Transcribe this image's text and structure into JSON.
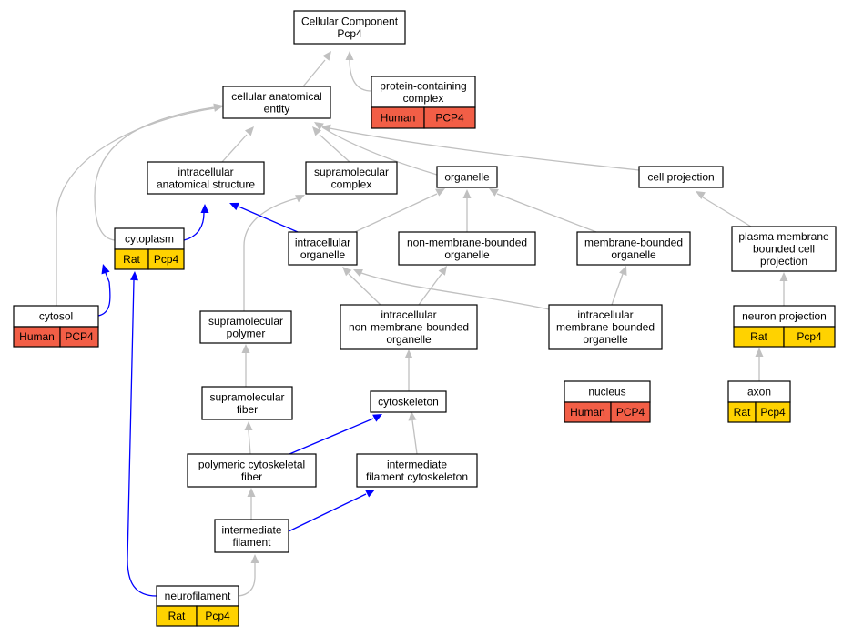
{
  "colors": {
    "gray_edge": "#c0c0c0",
    "blue_edge": "#0000ff",
    "human_cell": "#f25e46",
    "rat_cell": "#ffd200"
  },
  "nodes": {
    "root": {
      "lines": [
        "Cellular Component",
        "Pcp4"
      ]
    },
    "cellular_anatomical_entity": {
      "lines": [
        "cellular anatomical",
        "entity"
      ]
    },
    "protein_containing_complex": {
      "lines": [
        "protein-containing",
        "complex"
      ],
      "cells": [
        "Human",
        "PCP4"
      ]
    },
    "intracellular_anatomical_structure": {
      "lines": [
        "intracellular",
        "anatomical structure"
      ]
    },
    "supramolecular_complex": {
      "lines": [
        "supramolecular",
        "complex"
      ]
    },
    "organelle": {
      "lines": [
        "organelle"
      ]
    },
    "cell_projection": {
      "lines": [
        "cell projection"
      ]
    },
    "cytoplasm": {
      "lines": [
        "cytoplasm"
      ],
      "cells": [
        "Rat",
        "Pcp4"
      ]
    },
    "intracellular_organelle": {
      "lines": [
        "intracellular",
        "organelle"
      ]
    },
    "non_membrane_bounded_organelle": {
      "lines": [
        "non-membrane-bounded",
        "organelle"
      ]
    },
    "membrane_bounded_organelle": {
      "lines": [
        "membrane-bounded",
        "organelle"
      ]
    },
    "plasma_membrane_bounded_cell_projection": {
      "lines": [
        "plasma membrane",
        "bounded cell",
        "projection"
      ]
    },
    "cytosol": {
      "lines": [
        "cytosol"
      ],
      "cells": [
        "Human",
        "PCP4"
      ]
    },
    "supramolecular_polymer": {
      "lines": [
        "supramolecular",
        "polymer"
      ]
    },
    "intracellular_non_membrane_bounded_organelle": {
      "lines": [
        "intracellular",
        "non-membrane-bounded",
        "organelle"
      ]
    },
    "intracellular_membrane_bounded_organelle": {
      "lines": [
        "intracellular",
        "membrane-bounded",
        "organelle"
      ]
    },
    "neuron_projection": {
      "lines": [
        "neuron projection"
      ],
      "cells": [
        "Rat",
        "Pcp4"
      ]
    },
    "supramolecular_fiber": {
      "lines": [
        "supramolecular",
        "fiber"
      ]
    },
    "cytoskeleton": {
      "lines": [
        "cytoskeleton"
      ]
    },
    "nucleus": {
      "lines": [
        "nucleus"
      ],
      "cells": [
        "Human",
        "PCP4"
      ]
    },
    "axon": {
      "lines": [
        "axon"
      ],
      "cells": [
        "Rat",
        "Pcp4"
      ]
    },
    "polymeric_cytoskeletal_fiber": {
      "lines": [
        "polymeric cytoskeletal",
        "fiber"
      ]
    },
    "intermediate_filament_cytoskeleton": {
      "lines": [
        "intermediate",
        "filament cytoskeleton"
      ]
    },
    "intermediate_filament": {
      "lines": [
        "intermediate",
        "filament"
      ]
    },
    "neurofilament": {
      "lines": [
        "neurofilament"
      ],
      "cells": [
        "Rat",
        "Pcp4"
      ]
    }
  }
}
